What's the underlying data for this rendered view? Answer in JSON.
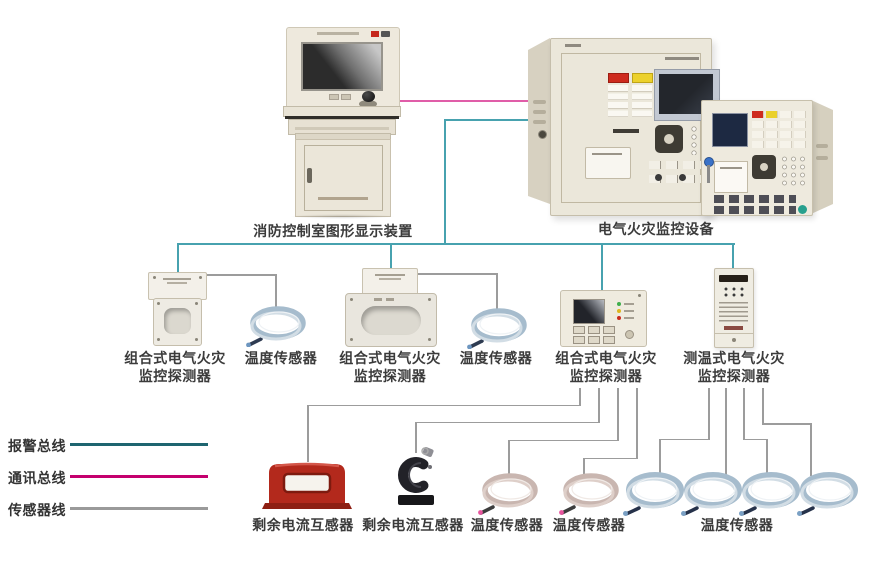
{
  "devices": {
    "console": {
      "label": "消防控制室图形显示装置"
    },
    "monitor_equipment": {
      "label": "电气火灾监控设备"
    },
    "detectors": [
      {
        "id": "combined-detector-1",
        "label_lines": [
          "组合式电气火灾",
          "监控探测器"
        ]
      },
      {
        "id": "temp-sensor-1",
        "label_lines": [
          "温度传感器"
        ]
      },
      {
        "id": "combined-detector-2",
        "label_lines": [
          "组合式电气火灾",
          "监控探测器"
        ]
      },
      {
        "id": "temp-sensor-2",
        "label_lines": [
          "温度传感器"
        ]
      },
      {
        "id": "combined-detector-3",
        "label_lines": [
          "组合式电气火灾",
          "监控探测器"
        ]
      },
      {
        "id": "thermal-detector",
        "label_lines": [
          "测温式电气火灾",
          "监控探测器"
        ]
      }
    ],
    "bottom_devices": [
      {
        "id": "residual-current-transformer-red",
        "label": "剩余电流互感器"
      },
      {
        "id": "residual-current-transformer-clamp",
        "label": "剩余电流互感器"
      },
      {
        "id": "temp-sensor-3",
        "label": "温度传感器"
      },
      {
        "id": "temp-sensor-4",
        "label": "温度传感器"
      },
      {
        "id": "temp-sensor-group",
        "label": "温度传感器"
      }
    ]
  },
  "legend": {
    "items": [
      {
        "label": "报警总线",
        "color": "#1e6570"
      },
      {
        "label": "通讯总线",
        "color": "#c4006e"
      },
      {
        "label": "传感器线",
        "color": "#9a9a9a"
      }
    ]
  },
  "colors": {
    "background": "#ffffff",
    "alarm_bus_line": "#47a2af",
    "comm_bus_line": "#e05da8",
    "sensor_wire": "#9c9c9c",
    "device_shell": "#ece8dc",
    "red_transformer": "#b3291c",
    "label_text": "#3b3b3b"
  }
}
